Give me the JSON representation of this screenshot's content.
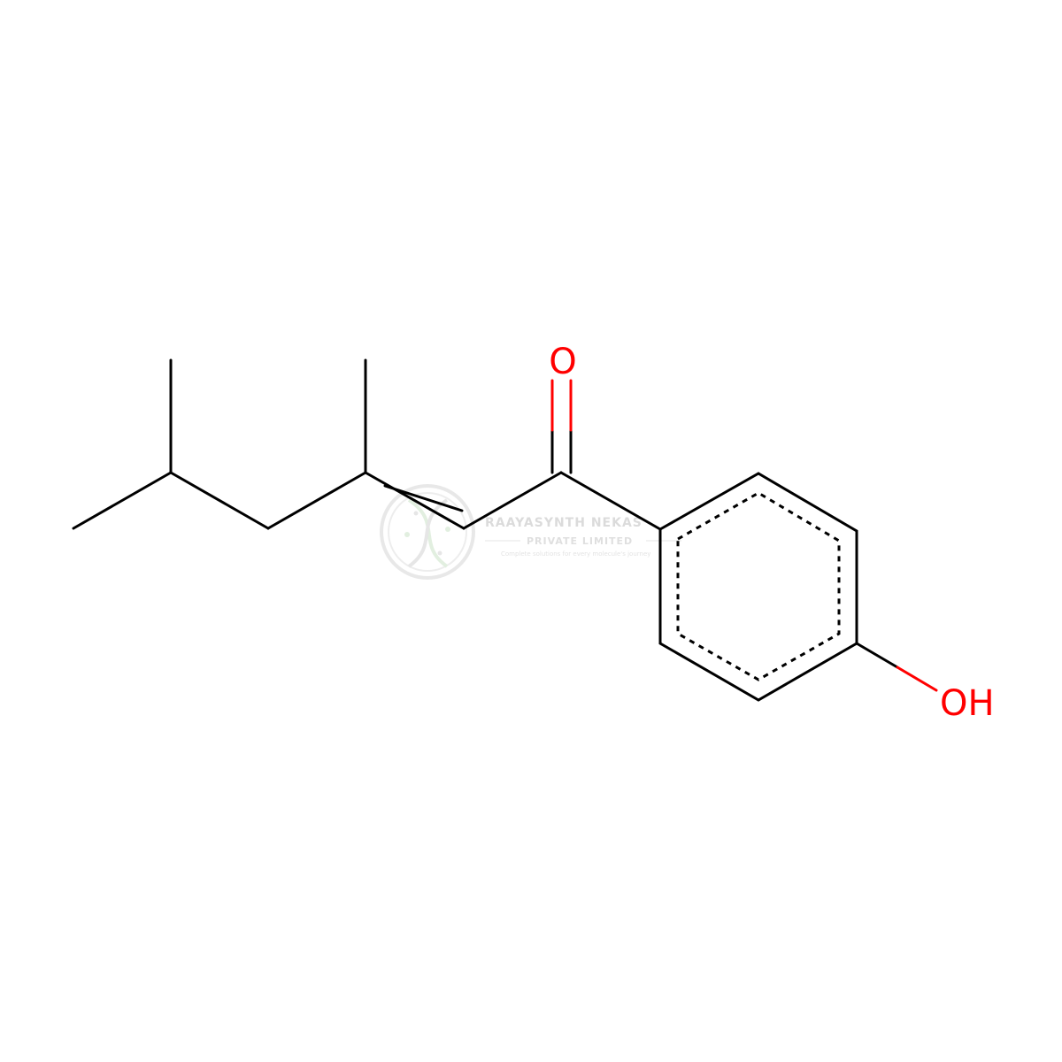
{
  "molecule": {
    "atom_labels": {
      "oxygen_carbonyl": "O",
      "hydroxyl": "OH"
    },
    "colors": {
      "bond": "#000000",
      "heteroatom": "#ff0000",
      "background": "#ffffff"
    }
  },
  "watermark": {
    "company": "RAAYASYNTH NEKAS",
    "subtitle": "PRIVATE LIMITED",
    "tagline": "Complete solutions for every molecule's journey",
    "logo_icon": "dna-helix-icon"
  }
}
